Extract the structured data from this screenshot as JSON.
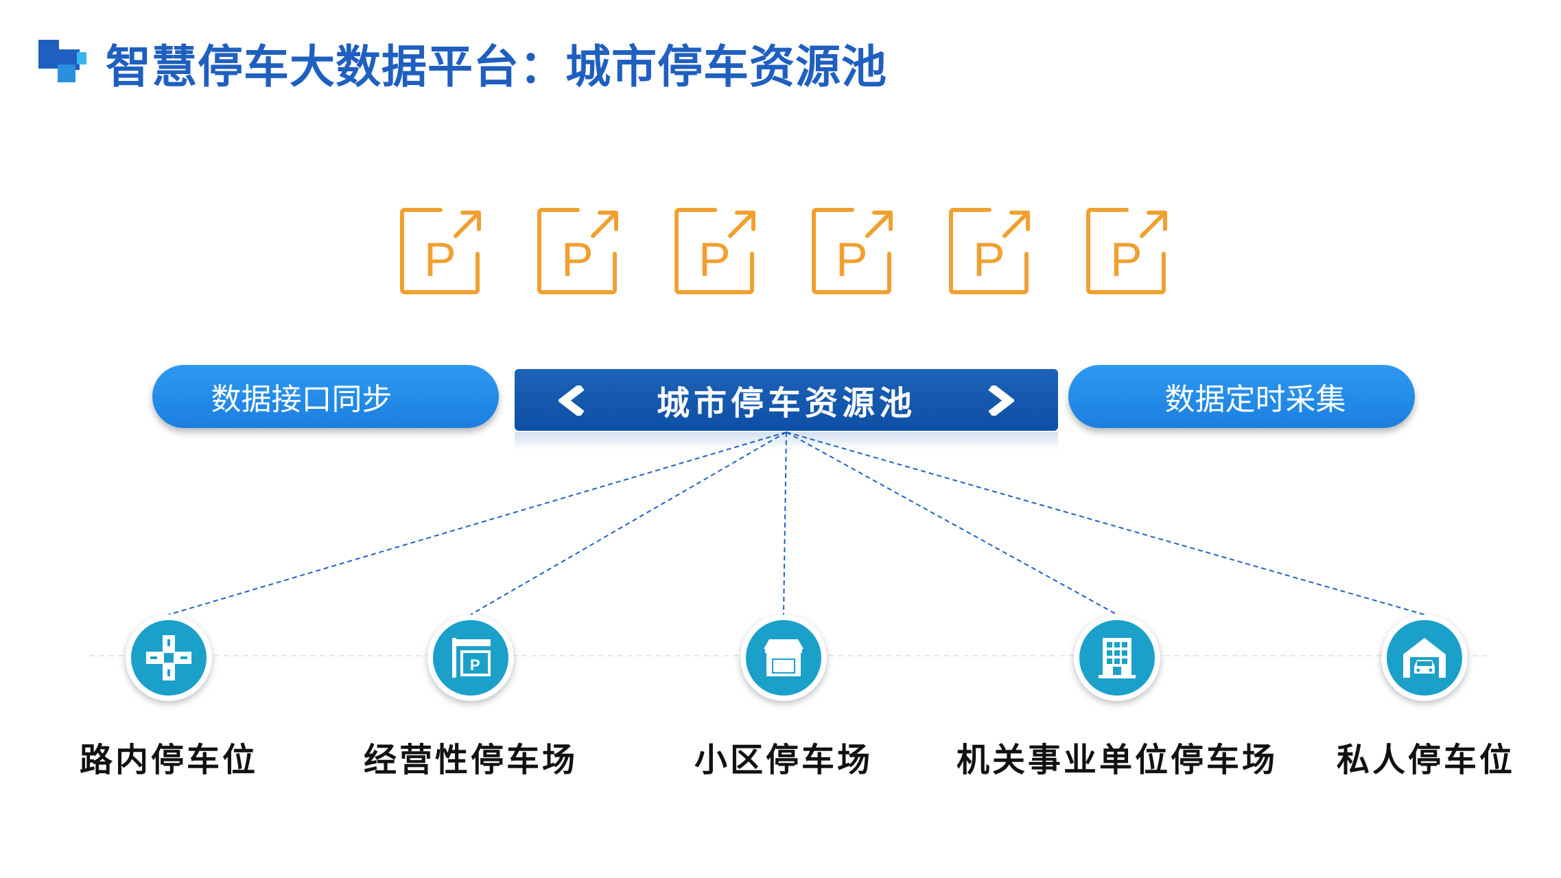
{
  "header": {
    "title": "智慧停车大数据平台：城市停车资源池"
  },
  "parking_icons": [
    {
      "glyph": "P",
      "icon": "parking-exit-icon"
    },
    {
      "glyph": "P",
      "icon": "parking-exit-icon"
    },
    {
      "glyph": "P",
      "icon": "parking-exit-icon"
    },
    {
      "glyph": "P",
      "icon": "parking-exit-icon"
    },
    {
      "glyph": "P",
      "icon": "parking-exit-icon"
    },
    {
      "glyph": "P",
      "icon": "parking-exit-icon"
    }
  ],
  "left_pill": {
    "label": "数据接口同步"
  },
  "center": {
    "label": "城市停车资源池"
  },
  "right_pill": {
    "label": "数据定时采集"
  },
  "categories": [
    {
      "label": "路内停车位",
      "icon": "road-parking-icon"
    },
    {
      "label": "经营性停车场",
      "icon": "parking-sign-icon"
    },
    {
      "label": "小区停车场",
      "icon": "storefront-icon"
    },
    {
      "label": "机关事业单位停车场",
      "icon": "office-building-icon"
    },
    {
      "label": "私人停车位",
      "icon": "garage-car-icon"
    }
  ],
  "colors": {
    "title_blue": "#1f5fbf",
    "accent_orange": "#f0a030",
    "pill_blue": "#1b7ee0",
    "center_blue": "#0d4fa6",
    "circle_teal": "#1ba0c9",
    "line_blue": "#1f5fbf"
  }
}
